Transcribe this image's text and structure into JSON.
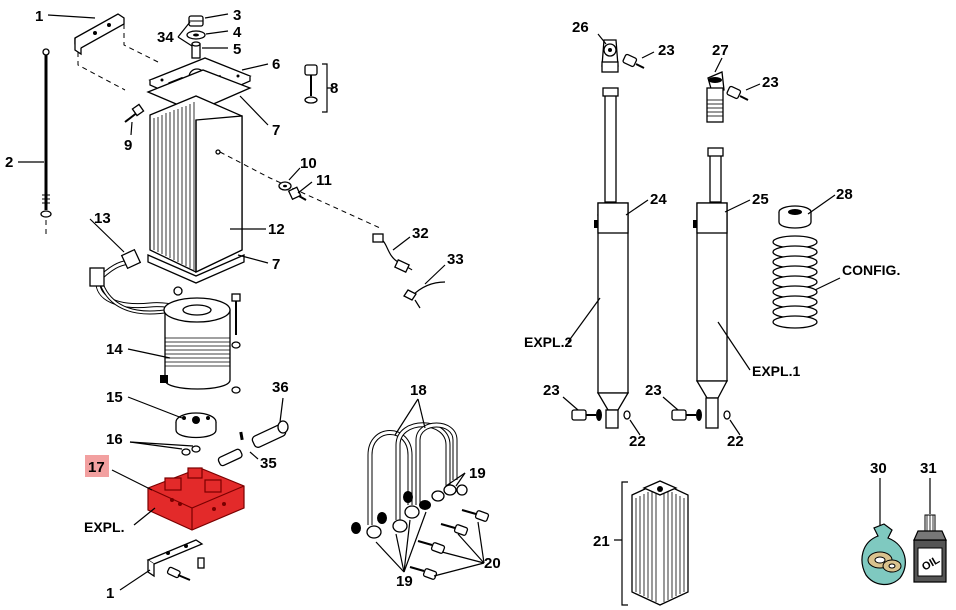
{
  "diagram": {
    "labels": {
      "p1_top": "1",
      "p2": "2",
      "p3": "3",
      "p34": "34",
      "p4": "4",
      "p5": "5",
      "p6": "6",
      "p7_top": "7",
      "p8": "8",
      "p9": "9",
      "p10": "10",
      "p11": "11",
      "p12": "12",
      "p7_bottom": "7",
      "p13": "13",
      "p32": "32",
      "p33": "33",
      "p14": "14",
      "p15": "15",
      "p16": "16",
      "p17": "17",
      "p35": "35",
      "p36": "36",
      "expl": "EXPL.",
      "p1_bottom": "1",
      "p18": "18",
      "p19_a": "19",
      "p19_b": "19",
      "p20": "20",
      "p26": "26",
      "p23_a": "23",
      "p27": "27",
      "p23_b": "23",
      "p24": "24",
      "p25": "25",
      "p28": "28",
      "config": "CONFIG.",
      "expl2": "EXPL.2",
      "expl1": "EXPL.1",
      "p23_c": "23",
      "p22_a": "22",
      "p23_d": "23",
      "p22_b": "22",
      "p21": "21",
      "p30": "30",
      "p31": "31"
    },
    "highlight_color": "#f2a0a0",
    "part_highlight_color": "#e32a2a",
    "bag_color": "#7fc9c0",
    "bottle_text": "OIL"
  }
}
